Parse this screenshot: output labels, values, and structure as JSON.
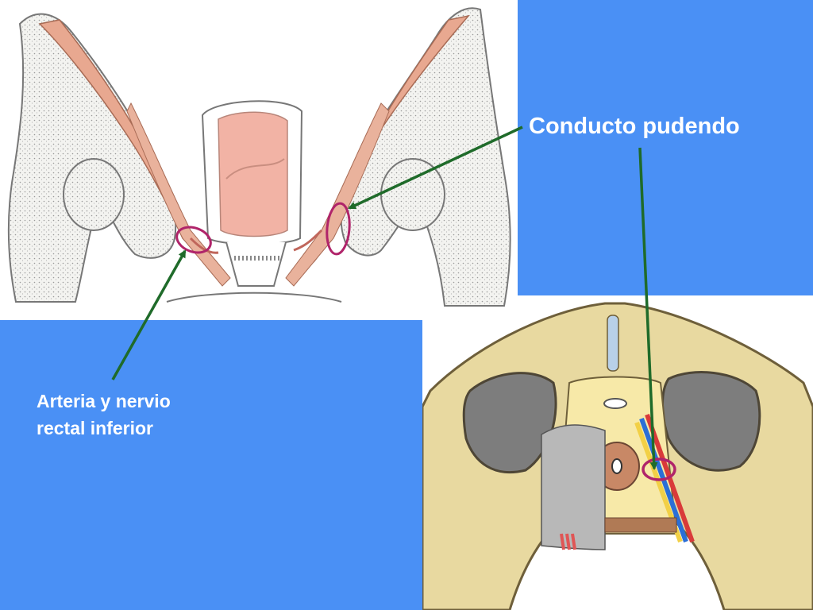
{
  "labels": {
    "conducto_pudendo": "Conducto pudendo",
    "arteria_line1": "Arteria y nervio",
    "arteria_line2": "rectal inferior"
  },
  "colors": {
    "panel_blue": "#4a90f5",
    "arrow_green": "#1f6b2a",
    "circle_magenta": "#b0246a",
    "bone_tan": "#e8d9a0",
    "muscle_pink": "#e8a890",
    "rectum_pink": "#f2b3a5"
  },
  "icons": {
    "arrow": "arrow-icon",
    "highlight": "circle-highlight-icon"
  }
}
